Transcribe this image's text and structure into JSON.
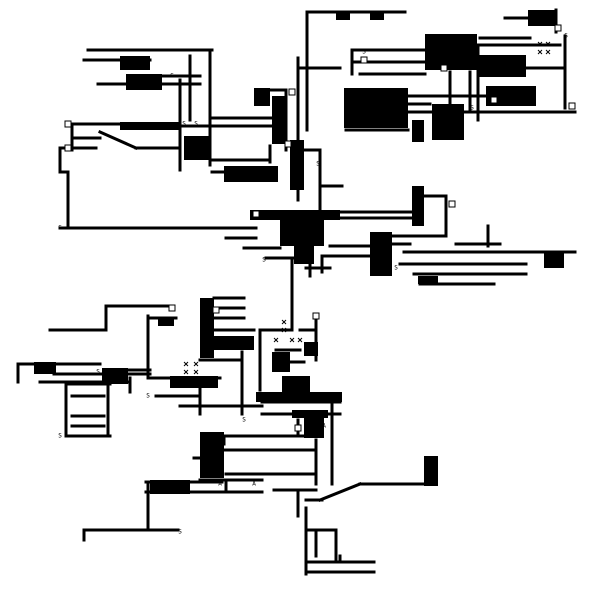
{
  "game": {
    "colors": {
      "background": "#ffffff",
      "wall": "#000000",
      "tile": "#ffffff"
    },
    "legend": {
      "wall": "solid black corridor / wall tile",
      "start": "S",
      "item": "A",
      "marker": "x",
      "door": "small square tile"
    },
    "symbols": {
      "start": "S",
      "item": "A",
      "marker": "×",
      "door": "□"
    }
  }
}
